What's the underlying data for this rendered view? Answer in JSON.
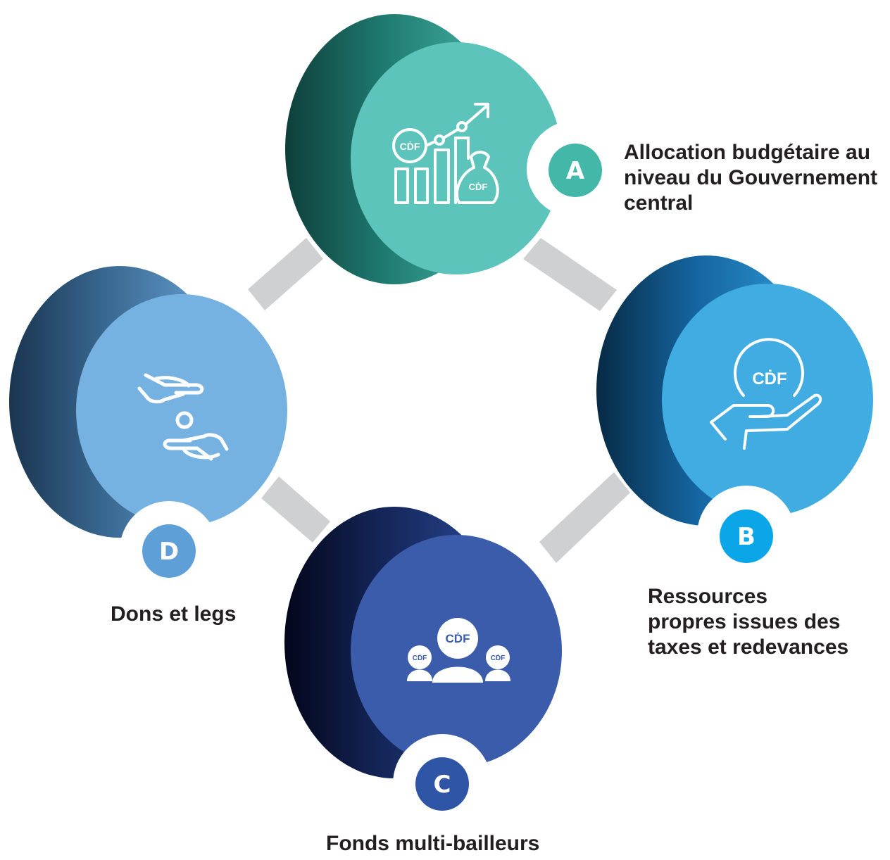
{
  "nodes": [
    {
      "id": "A",
      "letter": "A",
      "lines": [
        "Allocation budgétaire au",
        "niveau du Gouvernement",
        "central"
      ],
      "icon": "chart-growth-money-bag-icon",
      "colors": {
        "face": "#5cc4bb",
        "side": "#1f7a70",
        "dark": "#134a44",
        "badge": "#43b8a9"
      }
    },
    {
      "id": "B",
      "letter": "B",
      "lines": [
        "Ressources",
        "propres issues des",
        "taxes et redevances"
      ],
      "icon": "hand-holding-coin-icon",
      "colors": {
        "face": "#41ace1",
        "side": "#1a6fa0",
        "dark": "#0d3d5e",
        "badge": "#0aa6e8"
      }
    },
    {
      "id": "C",
      "letter": "C",
      "lines": [
        "Fonds multi-bailleurs"
      ],
      "icon": "group-of-donors-icon",
      "colors": {
        "face": "#3a5caa",
        "side": "#1c2f6e",
        "dark": "#0a0f2c",
        "badge": "#2e55a6"
      }
    },
    {
      "id": "D",
      "letter": "D",
      "lines": [
        "Dons et legs"
      ],
      "icon": "giving-hands-coin-icon",
      "colors": {
        "face": "#76b2e1",
        "side": "#3d6f96",
        "dark": "#1d3a55",
        "badge": "#5e9fd8"
      }
    }
  ],
  "currency_mark": "CḊF",
  "connector_color": "#cfd0d2"
}
